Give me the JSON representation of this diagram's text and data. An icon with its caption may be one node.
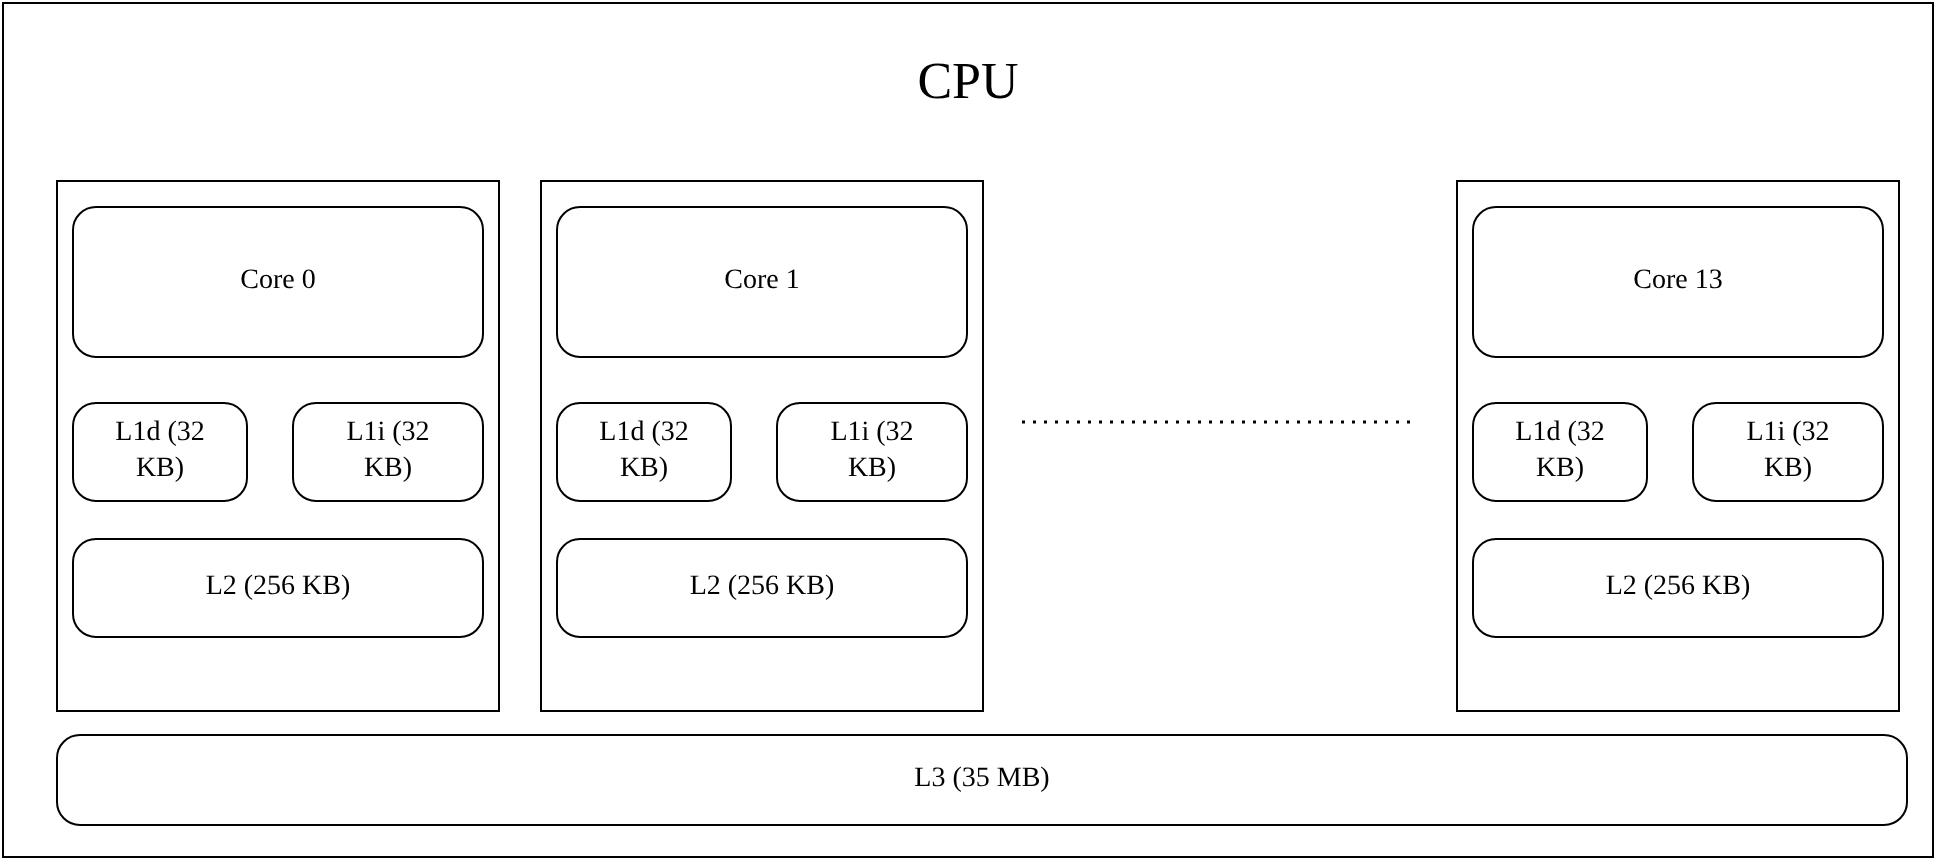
{
  "diagram": {
    "nodes": [
      {
        "text": [
          "CPU"
        ]
      },
      {
        "text": [],
        "shape": "box",
        "in": 0
      },
      {
        "text": [
          "Core 0"
        ],
        "in": 1
      },
      {
        "text": [
          "L1d (32 KB)"
        ],
        "in": 1
      },
      {
        "text": [
          "L1i (32 KB)"
        ],
        "in": 1
      },
      {
        "text": [
          "L2 (256 KB)"
        ],
        "in": 1
      },
      {
        "text": [],
        "shape": "box",
        "in": 0
      },
      {
        "text": [
          "Core 1"
        ],
        "in": 6
      },
      {
        "text": [
          "L1d (32 KB)"
        ],
        "in": 6
      },
      {
        "text": [
          "L1i (32 KB)"
        ],
        "in": 6
      },
      {
        "text": [
          "L2 (256 KB)"
        ],
        "in": 6
      },
      {
        "text": [],
        "shape": "box",
        "in": 0
      },
      {
        "text": [
          "Core 13"
        ],
        "in": 11
      },
      {
        "text": [
          "L1d (32 KB)"
        ],
        "in": 11
      },
      {
        "text": [
          "L1i (32 KB)"
        ],
        "in": 11
      },
      {
        "text": [
          "L2 (256 KB)"
        ],
        "in": 11
      },
      {
        "text": [
          "L3 (35 MB)"
        ],
        "in": 0
      }
    ],
    "edges": []
  }
}
